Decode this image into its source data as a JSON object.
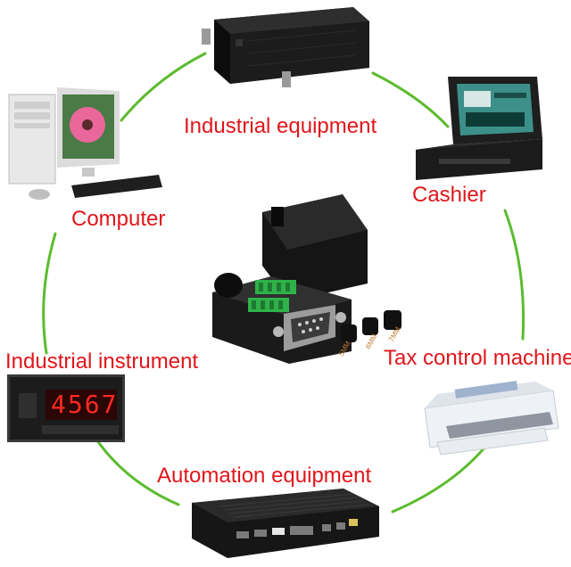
{
  "labels": {
    "industrial_equipment": "Industrial equipment",
    "cashier": "Cashier",
    "computer": "Computer",
    "industrial_instrument": "Industrial instrument",
    "tax_control_machine": "Tax control machine",
    "automation_equipment": "Automation equipment"
  },
  "meter_readout": "4567",
  "grommet_sizes": [
    "5MM",
    "6MM",
    "7MM"
  ],
  "colors": {
    "label_red": "#e0161b",
    "ring_green": "#5cbb2e",
    "terminal_green": "#2fb24a",
    "device_black": "#1a1a1a",
    "readout_red": "#ff2a1f",
    "background": "#ffffff"
  },
  "icons": {
    "rack_server": "industrial-rack-server-icon",
    "laptop": "rugged-laptop-icon",
    "desktop": "desktop-computer-icon",
    "meter": "panel-meter-icon",
    "printer": "dot-matrix-printer-icon",
    "box_pc": "fanless-box-pc-icon",
    "connector": "db9-terminal-connector-icon"
  }
}
